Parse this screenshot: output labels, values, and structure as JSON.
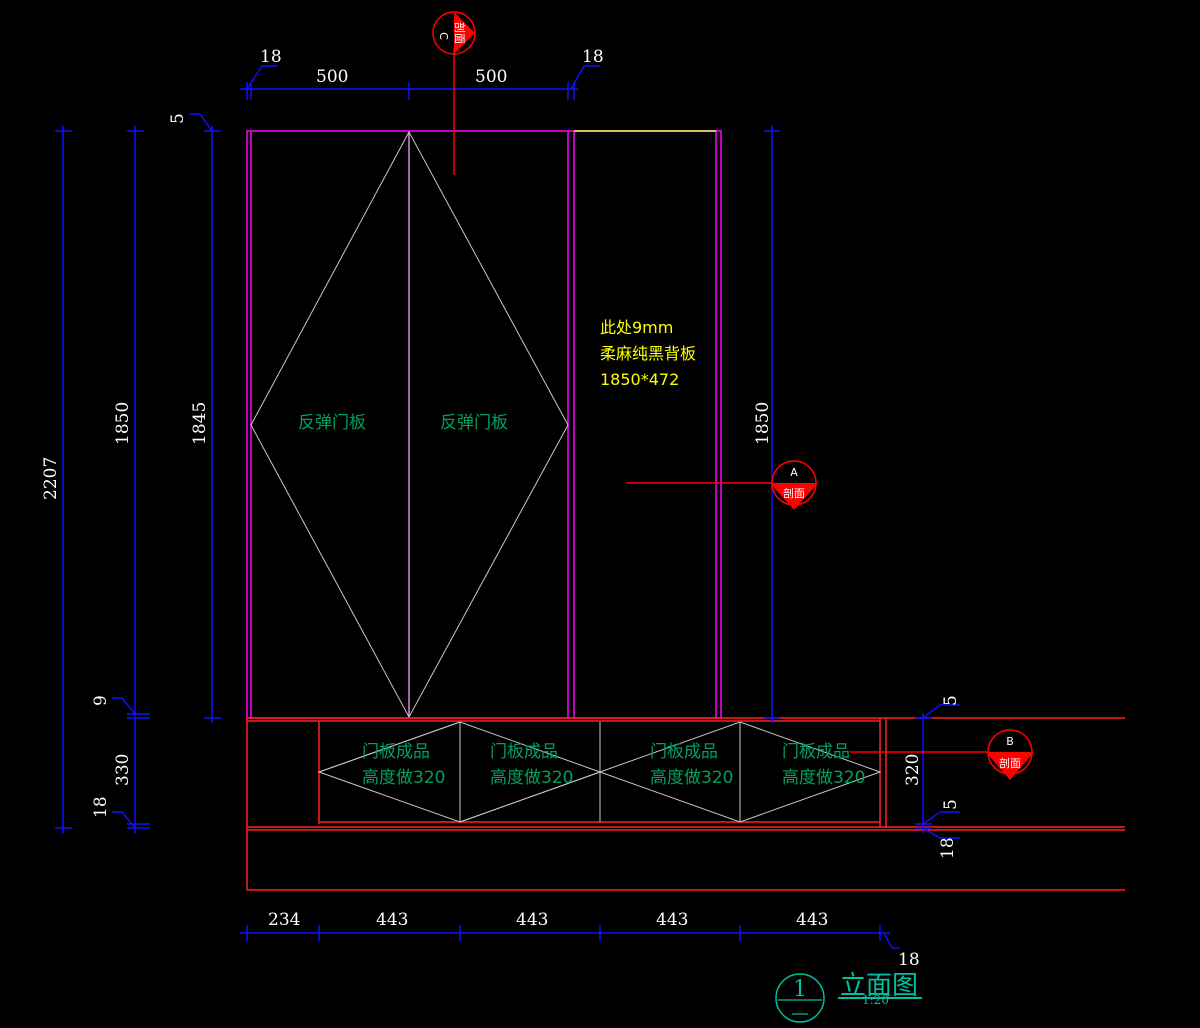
{
  "colors": {
    "background": "#000000",
    "dimension": "#1010ff",
    "cabinet_outline": "#ff00ff",
    "base_outline": "#ff2020",
    "diamond": "#c8c8c8",
    "label_green": "#00a060",
    "label_yellow": "#ffff00",
    "section_marker": "#ff0000",
    "title": "#00c0a0"
  },
  "dimensions": {
    "top_left_18": "18",
    "top_right_18": "18",
    "top_500_left": "500",
    "top_500_right": "500",
    "left_5": "5",
    "left_2207": "2207",
    "left_1850": "1850",
    "left_1845": "1845",
    "left_9": "9",
    "left_330": "330",
    "left_18": "18",
    "right_1850": "1850",
    "right_5_top": "5",
    "right_320": "320",
    "right_5_bottom": "5",
    "right_18": "18",
    "bottom_234": "234",
    "bottom_443_a": "443",
    "bottom_443_b": "443",
    "bottom_443_c": "443",
    "bottom_443_d": "443",
    "bottom_18": "18"
  },
  "labels": {
    "upper_door_left": "反弹门板",
    "upper_door_right": "反弹门板",
    "back_panel_line1": "此处9mm",
    "back_panel_line2": "柔麻纯黑背板",
    "back_panel_line3": "1850*472",
    "drawer_line1_a": "门板成品",
    "drawer_line2_a": "高度做320",
    "drawer_line1_b": "门板成品",
    "drawer_line2_b": "高度做320",
    "drawer_line1_c": "门板成品",
    "drawer_line2_c": "高度做320",
    "drawer_line1_d": "门板成品",
    "drawer_line2_d": "高度做320"
  },
  "section_markers": {
    "c_letter": "C",
    "c_text": "剖面",
    "a_letter": "A",
    "a_text": "剖面",
    "b_letter": "B",
    "b_text": "剖面"
  },
  "title_block": {
    "number": "1",
    "title": "立面图",
    "scale": "1:20"
  }
}
